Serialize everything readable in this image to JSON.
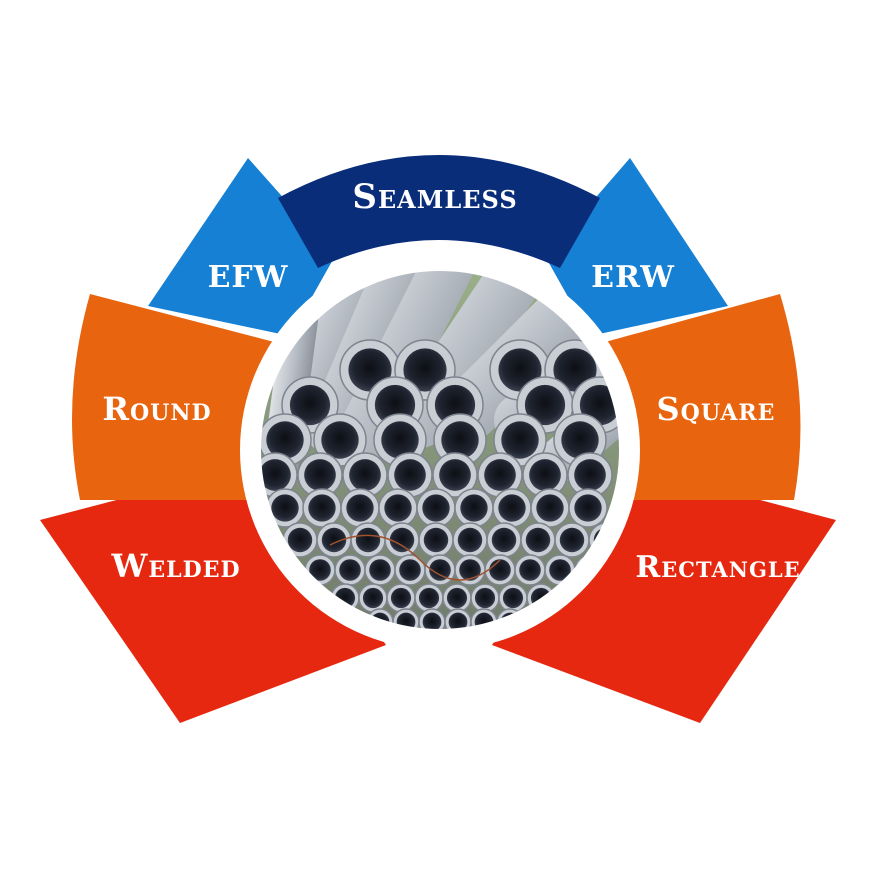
{
  "colors": {
    "seamless": "#0a2d7a",
    "efw": "#1680d4",
    "erw": "#1680d4",
    "round": "#e8640e",
    "square": "#e8640e",
    "welded": "#e5280f",
    "rectangle": "#e5280f",
    "ring": "#ffffff"
  },
  "segments": {
    "seamless": "Seamless",
    "efw": "EFW",
    "erw": "ERW",
    "round": "Round",
    "square": "Square",
    "welded": "Welded",
    "rectangle": "Rectangle"
  },
  "center_image": "stainless-steel-pipes-photo"
}
